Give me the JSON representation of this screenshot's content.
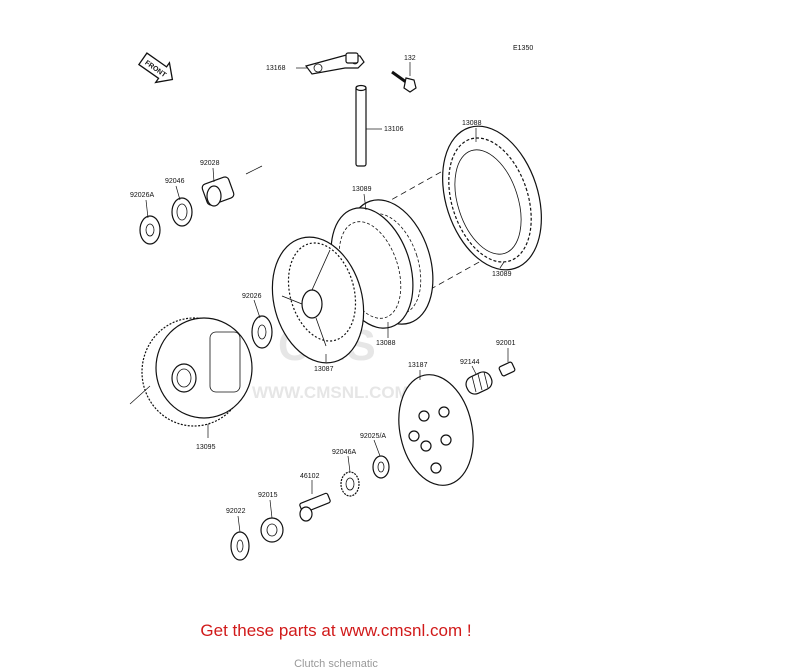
{
  "diagram": {
    "code": "E1350",
    "front_label": "FRONT",
    "watermark_top": "CMS",
    "watermark_bottom": "WWW.CMSNL.COM",
    "parts": [
      {
        "id": "p13168",
        "label": "13168"
      },
      {
        "id": "p132",
        "label": "132"
      },
      {
        "id": "p13106",
        "label": "13106"
      },
      {
        "id": "p13088a",
        "label": "13088"
      },
      {
        "id": "p13089a",
        "label": "13089"
      },
      {
        "id": "p13089b",
        "label": "13089"
      },
      {
        "id": "p92028",
        "label": "92028"
      },
      {
        "id": "p92046",
        "label": "92046"
      },
      {
        "id": "p92026A",
        "label": "92026A"
      },
      {
        "id": "p92026",
        "label": "92026"
      },
      {
        "id": "p13088b",
        "label": "13088"
      },
      {
        "id": "p13087",
        "label": "13087"
      },
      {
        "id": "p92001",
        "label": "92001"
      },
      {
        "id": "p92144",
        "label": "92144"
      },
      {
        "id": "p13187",
        "label": "13187"
      },
      {
        "id": "p13095",
        "label": "13095"
      },
      {
        "id": "p92025A",
        "label": "92025/A"
      },
      {
        "id": "p92046A",
        "label": "92046A"
      },
      {
        "id": "p46102",
        "label": "46102"
      },
      {
        "id": "p92015",
        "label": "92015"
      },
      {
        "id": "p92022",
        "label": "92022"
      }
    ]
  },
  "footer": {
    "cta": "Get these parts at www.cmsnl.com !",
    "caption": "Clutch schematic"
  }
}
